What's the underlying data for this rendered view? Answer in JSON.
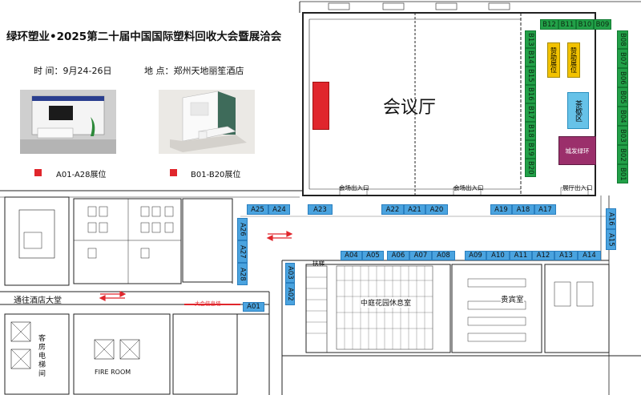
{
  "header": {
    "title": "绿环塑业•2025第二十届中国国际塑料回收大会暨展洽会",
    "time": "时  间：9月24-26日",
    "place": "地  点：郑州天地丽笙酒店"
  },
  "legend": {
    "a_label": "A01-A28展位",
    "b_label": "B01-B20展位",
    "color": "#e0262c"
  },
  "colors": {
    "a_booth": "#4aa3df",
    "b_booth": "#22a048",
    "sponsor": "#f2c200",
    "tea": "#66c2e8",
    "lvhuan": "#9b2f6b",
    "stage": "#e0262c"
  },
  "rooms": {
    "hall": "会议厅",
    "sponsor1": "赞助展位",
    "sponsor2": "赞助展位",
    "tea": "茶歇区",
    "lvhuan": "城发绿环",
    "garden": "中庭花园休息室",
    "vip": "贵宾室",
    "hotel_hall": "通往酒店大堂",
    "elevator": "客房电梯间",
    "fire_room": "FIRE ROOM",
    "board": "大会信息墙",
    "escalator": "扶梯"
  },
  "entrances": [
    "会场出入口",
    "会场出入口",
    "展厅出入口"
  ],
  "booths_a": [
    {
      "id": "A01"
    },
    {
      "id": "A02"
    },
    {
      "id": "A03"
    },
    {
      "id": "A04"
    },
    {
      "id": "A05"
    },
    {
      "id": "A06"
    },
    {
      "id": "A07"
    },
    {
      "id": "A08"
    },
    {
      "id": "A09"
    },
    {
      "id": "A10"
    },
    {
      "id": "A11"
    },
    {
      "id": "A12"
    },
    {
      "id": "A13"
    },
    {
      "id": "A14"
    },
    {
      "id": "A15"
    },
    {
      "id": "A16"
    },
    {
      "id": "A17"
    },
    {
      "id": "A18"
    },
    {
      "id": "A19"
    },
    {
      "id": "A20"
    },
    {
      "id": "A21"
    },
    {
      "id": "A22"
    },
    {
      "id": "A23"
    },
    {
      "id": "A24"
    },
    {
      "id": "A25"
    },
    {
      "id": "A26"
    },
    {
      "id": "A27"
    },
    {
      "id": "A28"
    }
  ],
  "booths_b": [
    {
      "id": "B01"
    },
    {
      "id": "B02"
    },
    {
      "id": "B03"
    },
    {
      "id": "B04"
    },
    {
      "id": "B05"
    },
    {
      "id": "B06"
    },
    {
      "id": "B07"
    },
    {
      "id": "B08"
    },
    {
      "id": "B09"
    },
    {
      "id": "B10"
    },
    {
      "id": "B11"
    },
    {
      "id": "B12"
    },
    {
      "id": "B13"
    },
    {
      "id": "B14"
    },
    {
      "id": "B15"
    },
    {
      "id": "B16"
    },
    {
      "id": "B17"
    },
    {
      "id": "B18"
    },
    {
      "id": "B19"
    },
    {
      "id": "B20"
    }
  ]
}
